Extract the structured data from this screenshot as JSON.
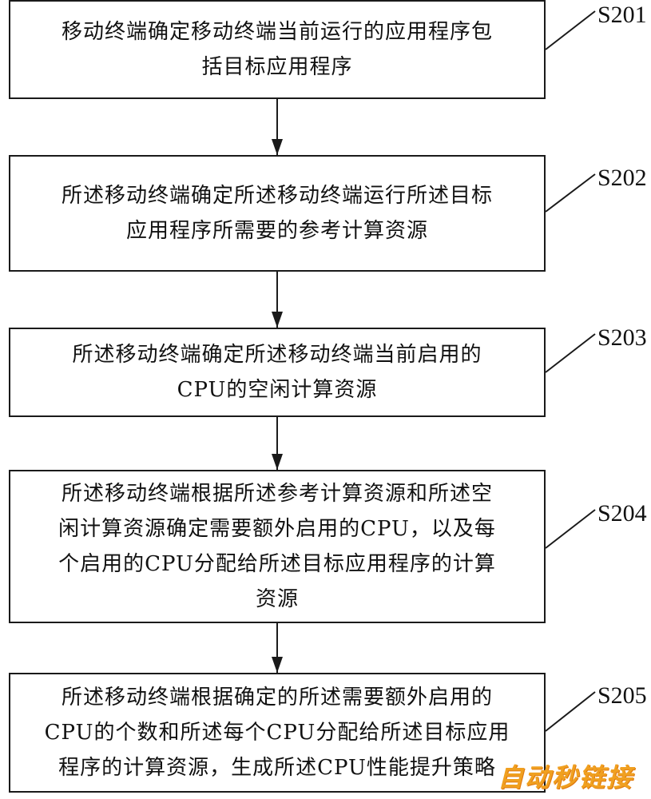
{
  "steps": [
    {
      "id": "S201",
      "label": "S201",
      "text": "移动终端确定移动终端当前运行的应用程序包\n括目标应用程序"
    },
    {
      "id": "S202",
      "label": "S202",
      "text": "所述移动终端确定所述移动终端运行所述目标\n应用程序所需要的参考计算资源"
    },
    {
      "id": "S203",
      "label": "S203",
      "text": "所述移动终端确定所述移动终端当前启用的\nCPU的空闲计算资源"
    },
    {
      "id": "S204",
      "label": "S204",
      "text": "所述移动终端根据所述参考计算资源和所述空\n闲计算资源确定需要额外启用的CPU，以及每\n个启用的CPU分配给所述目标应用程序的计算\n资源"
    },
    {
      "id": "S205",
      "label": "S205",
      "text": "所述移动终端根据确定的所述需要额外启用的\nCPU的个数和所述每个CPU分配给所述目标应用\n程序的计算资源，生成所述CPU性能提升策略"
    }
  ],
  "watermark": {
    "text": "自动秒链接",
    "color_primary": "#f0a020",
    "color_secondary": "#e07a10"
  },
  "colors": {
    "line": "#1a1a1a",
    "text": "#111111"
  }
}
